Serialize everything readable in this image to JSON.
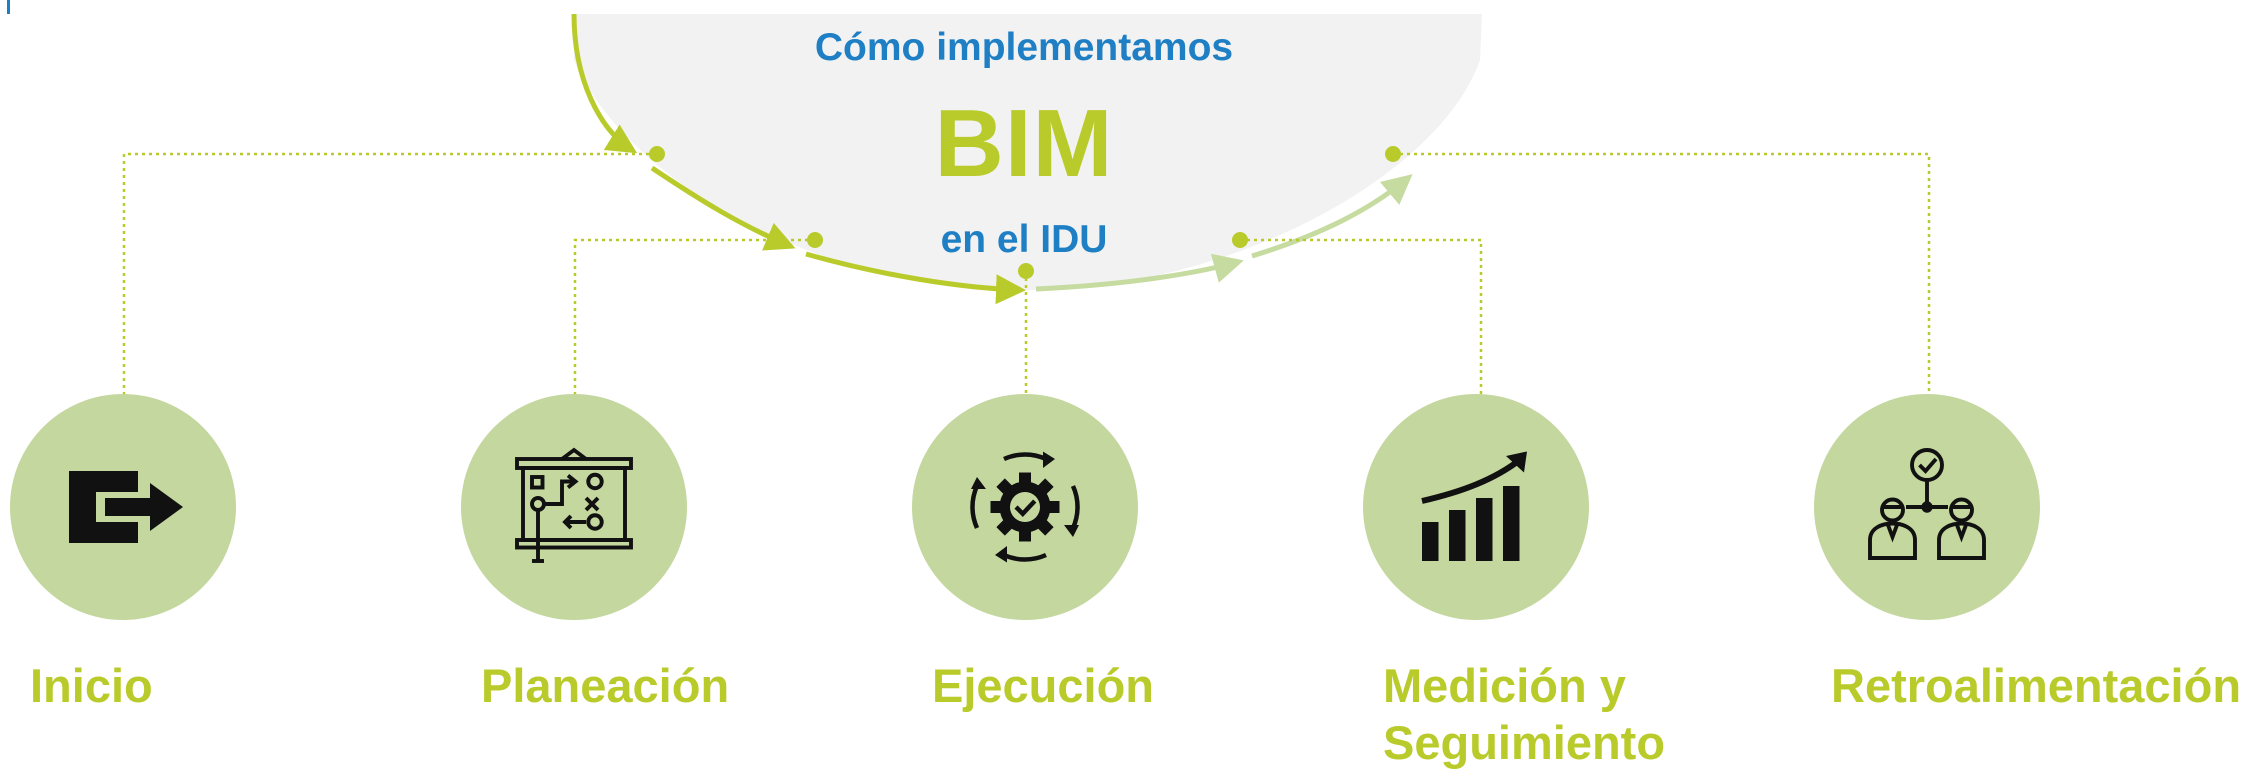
{
  "colors": {
    "green": "#b9cb2b",
    "circle": "#c4d79f",
    "blue": "#1f7fc5",
    "bowl": "#f2f2f2",
    "pale_arrow": "#c6dba0",
    "icon": "#111111"
  },
  "header": {
    "line1": "Cómo implementamos",
    "line2": "BIM",
    "line3": "en el IDU"
  },
  "stages": [
    {
      "label": "Inicio",
      "label_line2": "",
      "icon": "exit-box-arrow-icon"
    },
    {
      "label": "Planeación",
      "label_line2": "",
      "icon": "strategy-board-icon"
    },
    {
      "label": "Ejecución",
      "label_line2": "",
      "icon": "gear-cycle-check-icon"
    },
    {
      "label": "Medición y",
      "label_line2": "Seguimiento",
      "icon": "bar-chart-growth-icon"
    },
    {
      "label": "Retroalimentación",
      "label_line2": "",
      "icon": "people-feedback-check-icon"
    }
  ]
}
